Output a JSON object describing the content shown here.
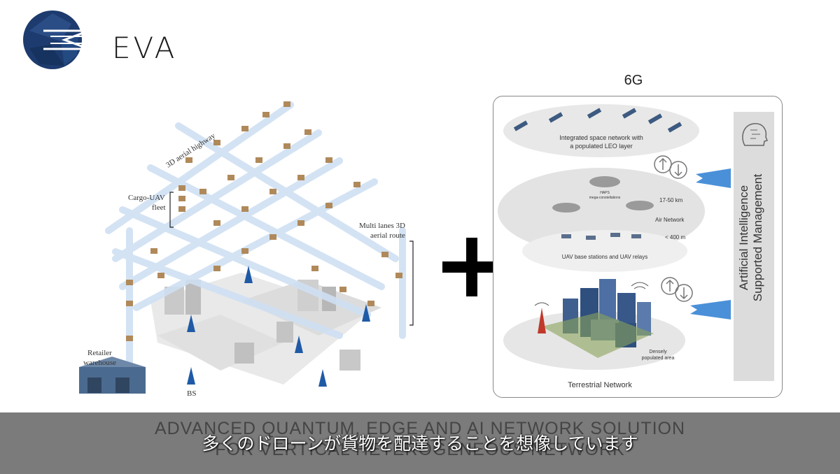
{
  "logo": {
    "text": "EVA"
  },
  "diagram_left": {
    "labels": {
      "highway": "3D aerial highway",
      "fleet_line1": "Cargo-UAV",
      "fleet_line2": "fleet",
      "route_line1": "Multi lanes 3D",
      "route_line2": "aerial route",
      "warehouse_line1": "Retailer",
      "warehouse_line2": "warehouse",
      "bs": "BS"
    }
  },
  "diagram_right": {
    "title": "6G",
    "space_line1": "Integrated space network with",
    "space_line2": "a populated LEO layer",
    "haps_line1": "HAPS",
    "haps_line2": "mega-constellations",
    "alt_high": "17-50 km",
    "air_network": "Air Network",
    "alt_low": "< 400 m",
    "uav_relays": "UAV base stations and UAV relays",
    "dense_line1": "Densely",
    "dense_line2": "populated area",
    "terrestrial": "Terrestrial Network",
    "ai_line1": "Artificial Intelligence",
    "ai_line2": "Supported Management"
  },
  "caption": {
    "line1": "ADVANCED QUANTUM, EDGE AND AI NETWORK SOLUTION",
    "line2": "FOR VERTICAL HETEROGENEOUS NETWORK",
    "subtitle": "多くのドローンが貨物を配達することを想像しています"
  },
  "colors": {
    "logo_circle": "#1d3b6e",
    "arrow_blue": "#4a90d9",
    "caption_bar": "#7b7b7b"
  }
}
